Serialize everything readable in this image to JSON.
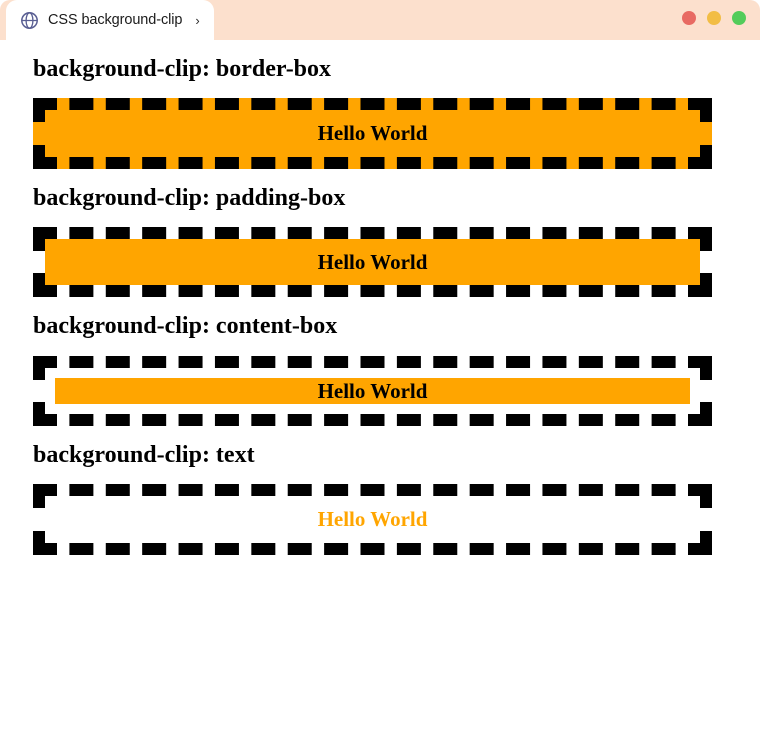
{
  "window": {
    "controls": [
      {
        "name": "close",
        "color": "#e86a62"
      },
      {
        "name": "minimize",
        "color": "#f2bd45"
      },
      {
        "name": "maximize",
        "color": "#53cc5a"
      }
    ],
    "tabstrip_color": "#fce0cd"
  },
  "tab": {
    "favicon": "globe-icon",
    "title": "CSS background-clip",
    "chevron": "›"
  },
  "page": {
    "background": "#ffffff",
    "accent_orange": "#ffa500",
    "border_color": "#000000",
    "demos": [
      {
        "heading": "background-clip: border-box",
        "clip": "border-box",
        "text": "Hello World",
        "text_color": "#000000",
        "background_color": "#ffa500"
      },
      {
        "heading": "background-clip: padding-box",
        "clip": "padding-box",
        "text": "Hello World",
        "text_color": "#000000",
        "background_color": "#ffa500"
      },
      {
        "heading": "background-clip: content-box",
        "clip": "content-box",
        "text": "Hello World",
        "text_color": "#000000",
        "background_color": "#ffa500"
      },
      {
        "heading": "background-clip: text",
        "clip": "text",
        "text": "Hello World",
        "text_color": "#ffa500",
        "background_color": "#ffa500"
      }
    ]
  }
}
